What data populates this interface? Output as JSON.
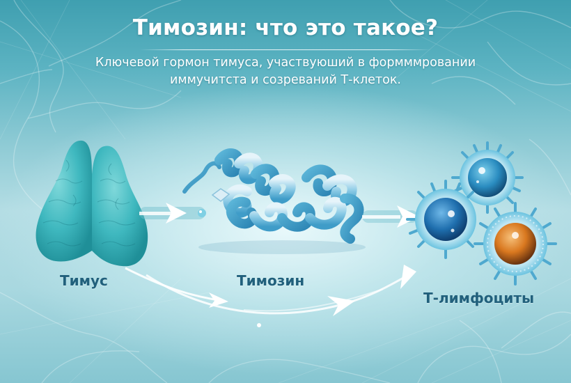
{
  "header": {
    "title": "Тимозин: что это такое?",
    "subtitle_line1": "Ключевой гормон тимуса, участвуюший в формммровании",
    "subtitle_line2": "иммучитста и созреваний Т-клеток."
  },
  "diagram": {
    "stages": [
      {
        "id": "thymus",
        "label": "Тимус",
        "icon": "thymus-organ-icon"
      },
      {
        "id": "thymosin",
        "label": "Тимозин",
        "icon": "protein-helix-icon"
      },
      {
        "id": "t-cells",
        "label": "Т-лимфоциты",
        "icon": "lymphocyte-cells-icon"
      }
    ],
    "arrows": [
      "thymus-to-thymosin",
      "thymosin-to-t-cells",
      "curved-thymus-to-t-cells"
    ]
  },
  "colors": {
    "background_top": "#3f9fb0",
    "background_mid": "#b4dde4",
    "label_text": "#21607c",
    "thymus": "#3fb8bf",
    "helix": "#5bb5d8",
    "cell_blue": "#1f6fae",
    "cell_orange": "#d9781f",
    "cell_membrane": "#6cc3e0"
  }
}
